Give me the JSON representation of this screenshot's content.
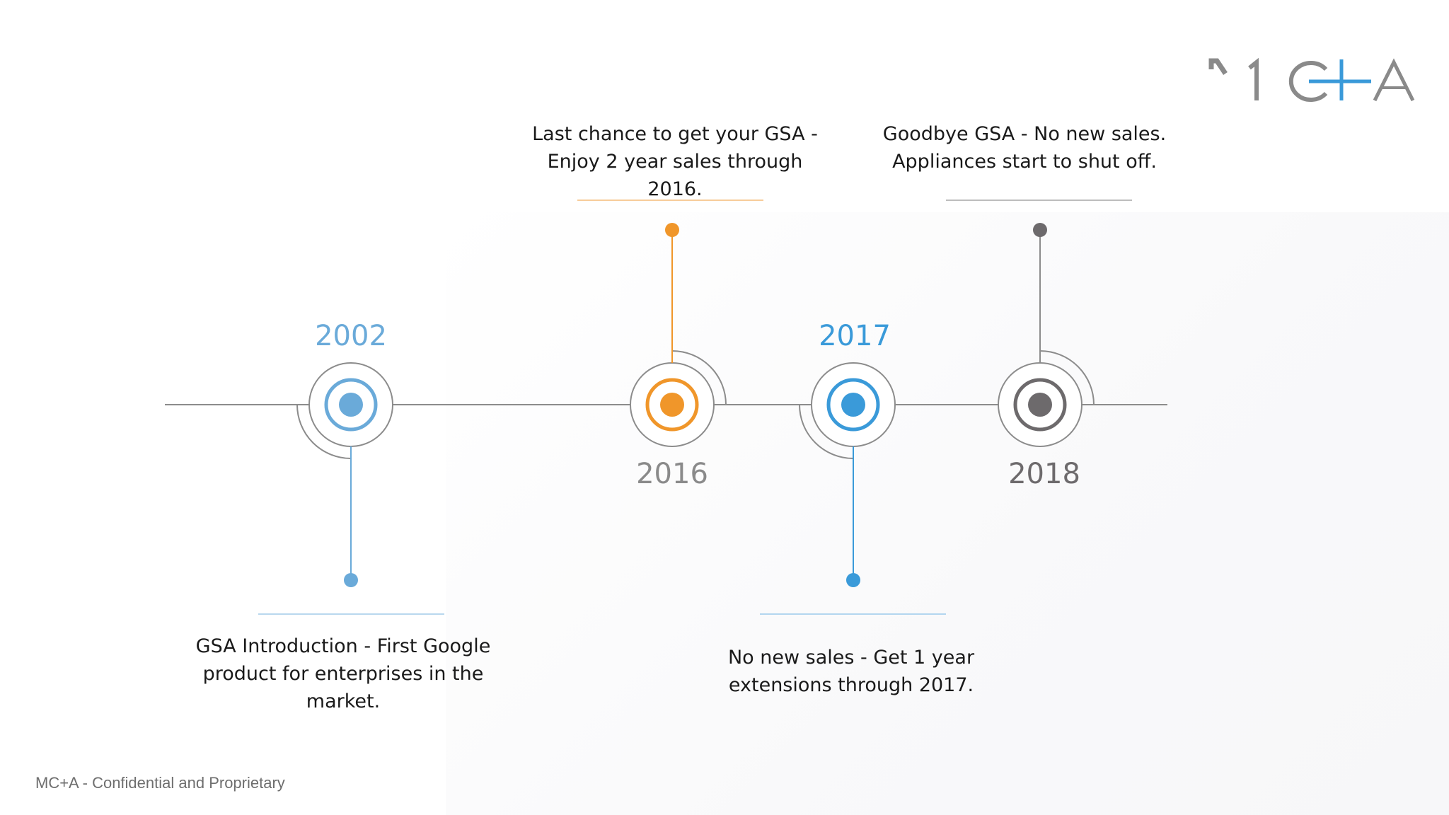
{
  "logo": {
    "text": "MC+A",
    "colors": {
      "main": "#8a8a8a",
      "plus": "#3a9ad9"
    }
  },
  "timeline": {
    "axis_color": "#8c8c8c",
    "milestones": [
      {
        "year": "2002",
        "description": "GSA Introduction - First Google product for enterprises in the market.",
        "color": "#6aaad9"
      },
      {
        "year": "2016",
        "description": "Last chance to get your GSA - Enjoy 2 year sales through 2016.",
        "color": "#f0962a"
      },
      {
        "year": "2017",
        "description": "No new sales - Get 1 year extensions through 2017.",
        "color": "#3a9ad9"
      },
      {
        "year": "2018",
        "description": "Goodbye GSA - No new sales. Appliances start to shut off.",
        "color": "#6d6a6c"
      }
    ]
  },
  "footer": {
    "text": "MC+A - Confidential and Proprietary"
  }
}
